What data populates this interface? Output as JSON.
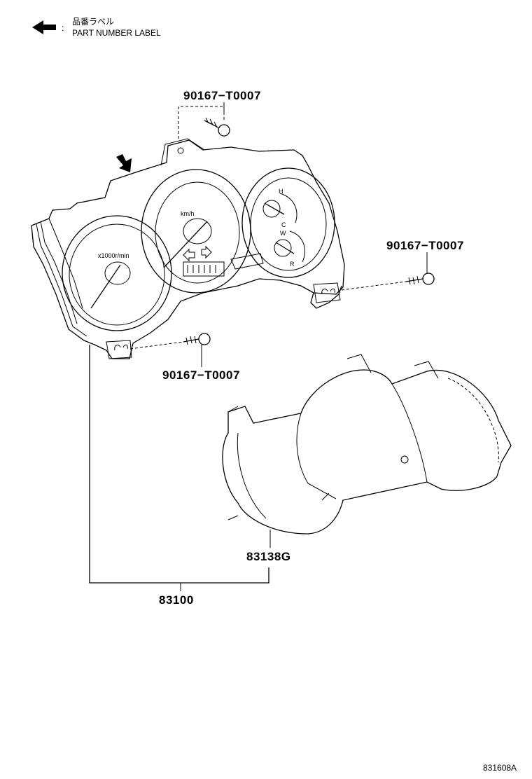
{
  "legend": {
    "label_jp": "品番ラベル",
    "label_en": "PART NUMBER LABEL",
    "separator": ":"
  },
  "parts": {
    "screw_top": "90167−T0007",
    "screw_right": "90167−T0007",
    "screw_bottom": "90167−T0007",
    "lens_cover": "83138G",
    "assembly": "83100"
  },
  "gauge_labels": {
    "tacho_unit": "x1000r/min",
    "speed_unit": "km/h",
    "temp_high": "H",
    "temp_cold": "C",
    "fuel_water": "W",
    "fuel_r": "R"
  },
  "figure_code": "831608A"
}
